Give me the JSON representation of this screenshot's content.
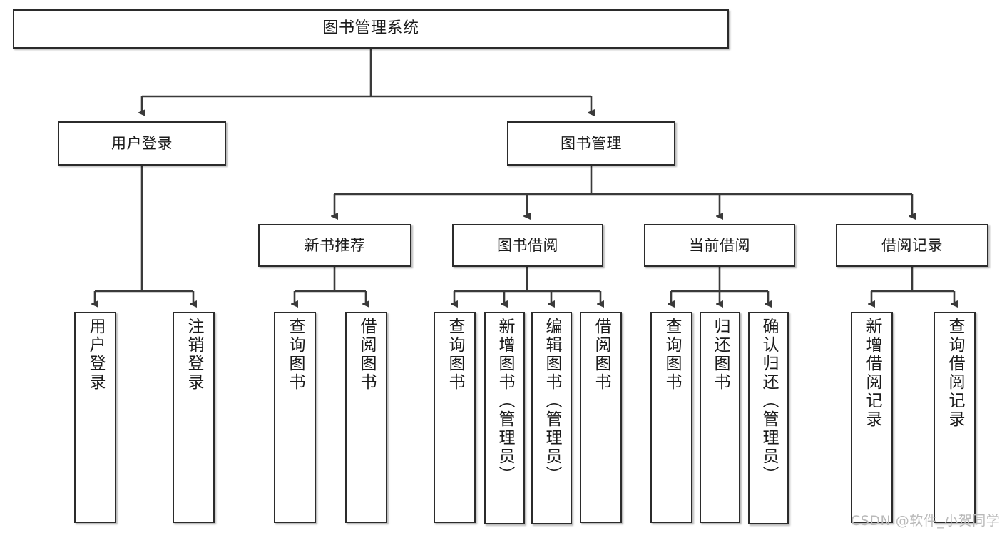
{
  "diagram": {
    "type": "tree",
    "title": "图书管理系统",
    "root": {
      "label": "图书管理系统"
    },
    "level2": [
      {
        "label": "用户登录"
      },
      {
        "label": "图书管理"
      }
    ],
    "level3": [
      {
        "label": "新书推荐"
      },
      {
        "label": "图书借阅"
      },
      {
        "label": "当前借阅"
      },
      {
        "label": "借阅记录"
      }
    ],
    "leaves_user_login": [
      {
        "label": "用户登录"
      },
      {
        "label": "注销登录"
      }
    ],
    "leaves_new_book": [
      {
        "label": "查询图书"
      },
      {
        "label": "借阅图书"
      }
    ],
    "leaves_borrow": [
      {
        "label": "查询图书"
      },
      {
        "label": "新增图书（管理员）"
      },
      {
        "label": "编辑图书（管理员）"
      },
      {
        "label": "借阅图书"
      }
    ],
    "leaves_current": [
      {
        "label": "查询图书"
      },
      {
        "label": "归还图书"
      },
      {
        "label": "确认归还（管理员）"
      }
    ],
    "leaves_record": [
      {
        "label": "新增借阅记录"
      },
      {
        "label": "查询借阅记录"
      }
    ]
  },
  "watermark": {
    "text": "CSDN @软件_小贺同学"
  },
  "colors": {
    "box_border": "#2b2b2b",
    "box_fill": "#ffffff",
    "text": "#1b1b1b",
    "connector": "#3a3a3a",
    "watermark": "#b9b9b9",
    "background": "#ffffff"
  }
}
